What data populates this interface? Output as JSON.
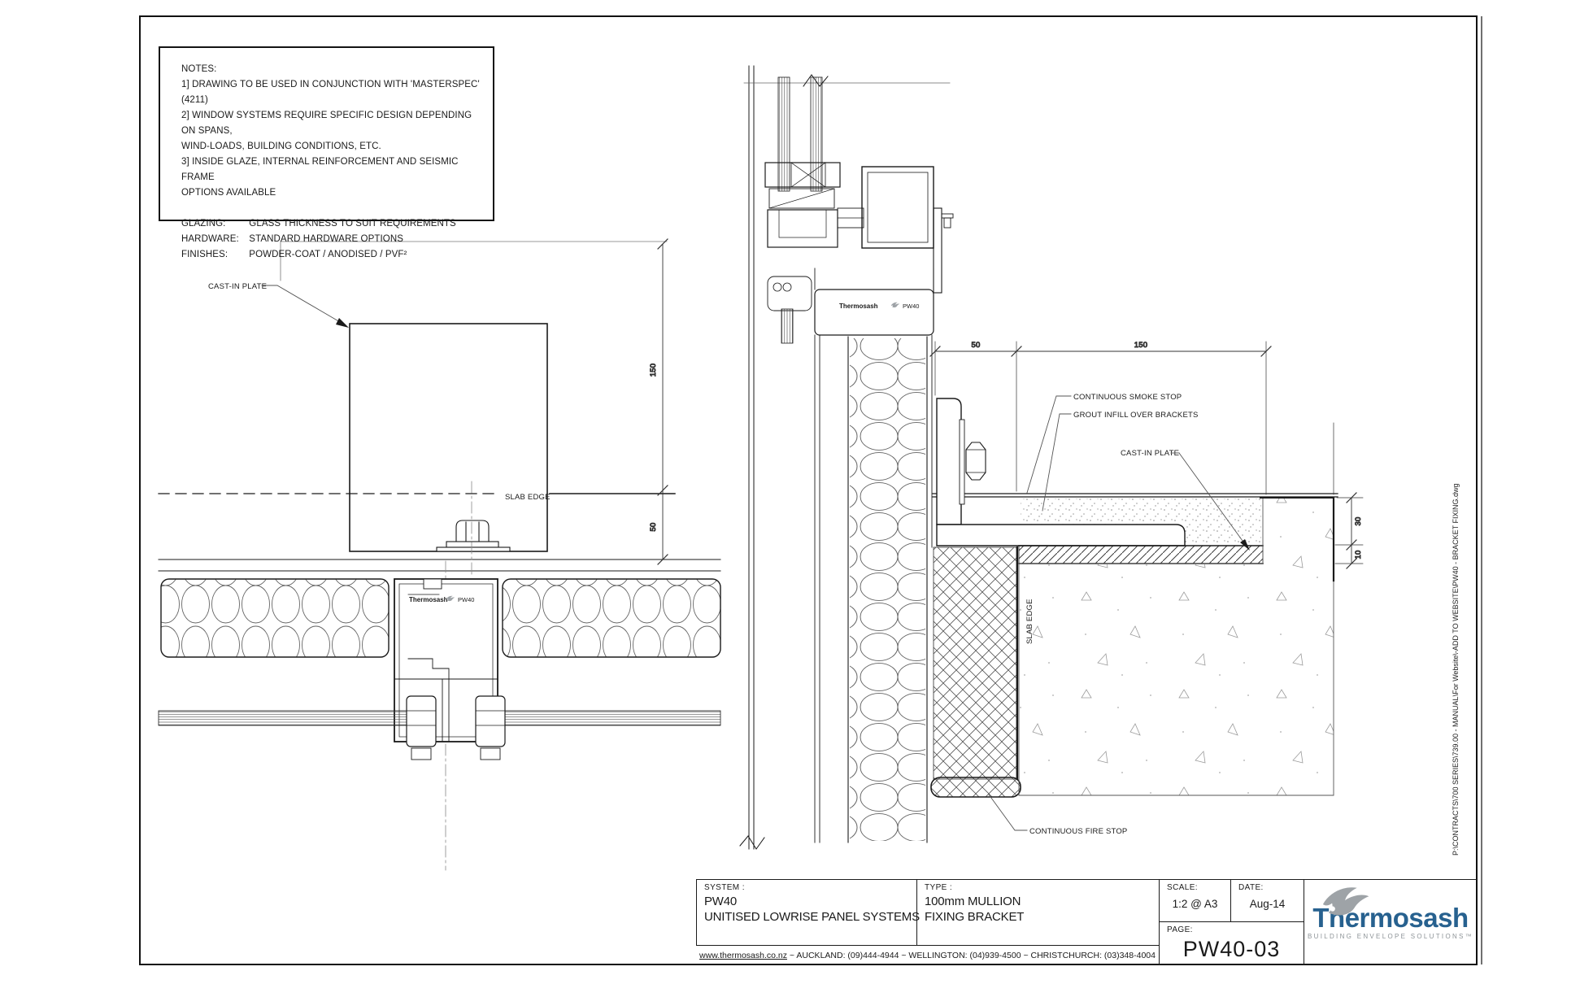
{
  "drawing": {
    "notes": {
      "heading": "NOTES:",
      "lines": [
        "1] DRAWING TO BE USED IN CONJUNCTION WITH 'MASTERSPEC' (4211)",
        "2] WINDOW SYSTEMS REQUIRE SPECIFIC DESIGN DEPENDING ON SPANS,",
        "WIND-LOADS, BUILDING CONDITIONS, ETC.",
        "3] INSIDE GLAZE, INTERNAL REINFORCEMENT AND SEISMIC FRAME",
        "OPTIONS AVAILABLE"
      ],
      "specs": [
        {
          "label": "GLAZING:",
          "value": "GLASS THICKNESS TO SUIT REQUIREMENTS"
        },
        {
          "label": "HARDWARE:",
          "value": "STANDARD HARDWARE OPTIONS"
        },
        {
          "label": "FINISHES:",
          "value": "POWDER-COAT / ANODISED / PVF²"
        }
      ]
    },
    "plan_detail": {
      "cast_in_plate": "CAST-IN PLATE",
      "slab_edge": "SLAB EDGE",
      "brand": "Thermosash",
      "brand_model": "PW40",
      "dim_150": "150",
      "dim_50": "50"
    },
    "section_detail": {
      "smoke_stop": "CONTINUOUS SMOKE STOP",
      "grout_infill": "GROUT INFILL OVER BRACKETS",
      "cast_in_plate": "CAST-IN PLATE",
      "slab_edge": "SLAB EDGE",
      "fire_stop": "CONTINUOUS FIRE STOP",
      "brand": "Thermosash",
      "brand_model": "PW40",
      "dim_50": "50",
      "dim_150": "150",
      "dim_30": "30",
      "dim_10": "10"
    },
    "title_block": {
      "system_label": "SYSTEM :",
      "system_code": "PW40",
      "system_name": "UNITISED LOWRISE PANEL SYSTEMS",
      "type_label": "TYPE :",
      "type_line1": "100mm MULLION",
      "type_line2": "FIXING BRACKET",
      "scale_label": "SCALE:",
      "scale_value": "1:2 @ A3",
      "date_label": "DATE:",
      "date_value": "Aug-14",
      "page_label": "PAGE:",
      "page_value": "PW40-03",
      "contact_website": "www.thermosash.co.nz",
      "contact_rest": "~  AUCKLAND: (09)444-4944  ~  WELLINGTON: (04)939-4500  ~  CHRISTCHURCH: (03)348-4004"
    },
    "logo": {
      "wordmark": "Thermosash",
      "tagline": "BUILDING ENVELOPE SOLUTIONS™"
    },
    "file_path": "P:\\CONTRACTS\\700 SERIES\\739.00 - MANUAL\\For Website\\-ADD TO WEBSITE\\PW40 - BRACKET FIXING.dwg",
    "colors": {
      "line": "#1a1a1a",
      "logo_blue": "#27618F",
      "logo_gray": "#9EA3A7"
    }
  }
}
